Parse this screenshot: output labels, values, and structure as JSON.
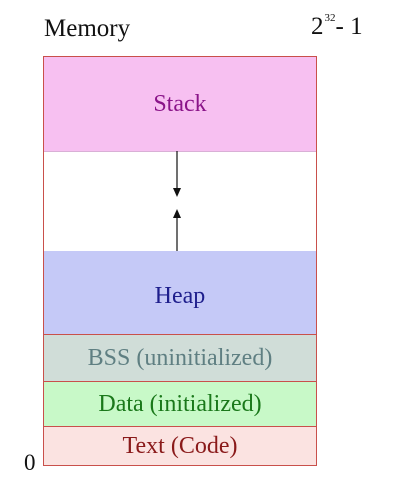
{
  "diagram": {
    "title": "Memory",
    "top_address": {
      "base": "2",
      "exponent": "32",
      "suffix": "- 1"
    },
    "bottom_address": "0",
    "segments": [
      {
        "label": "Stack"
      },
      {
        "label": ""
      },
      {
        "label": "Heap"
      },
      {
        "label": "BSS (uninitialized)"
      },
      {
        "label": "Data (initialized)"
      },
      {
        "label": "Text (Code)"
      }
    ]
  },
  "colors": {
    "stack_fill": "#f7c0f1",
    "stack_text": "#8a1489",
    "heap_fill": "#c5c9f7",
    "heap_text": "#1e1e8c",
    "bss_fill": "#d0ddd8",
    "bss_text": "#5f7f82",
    "data_fill": "#c8f9c8",
    "data_text": "#1a781a",
    "text_fill": "#fbe3e1",
    "text_text": "#8a1a1a",
    "border": "#c9504b"
  }
}
